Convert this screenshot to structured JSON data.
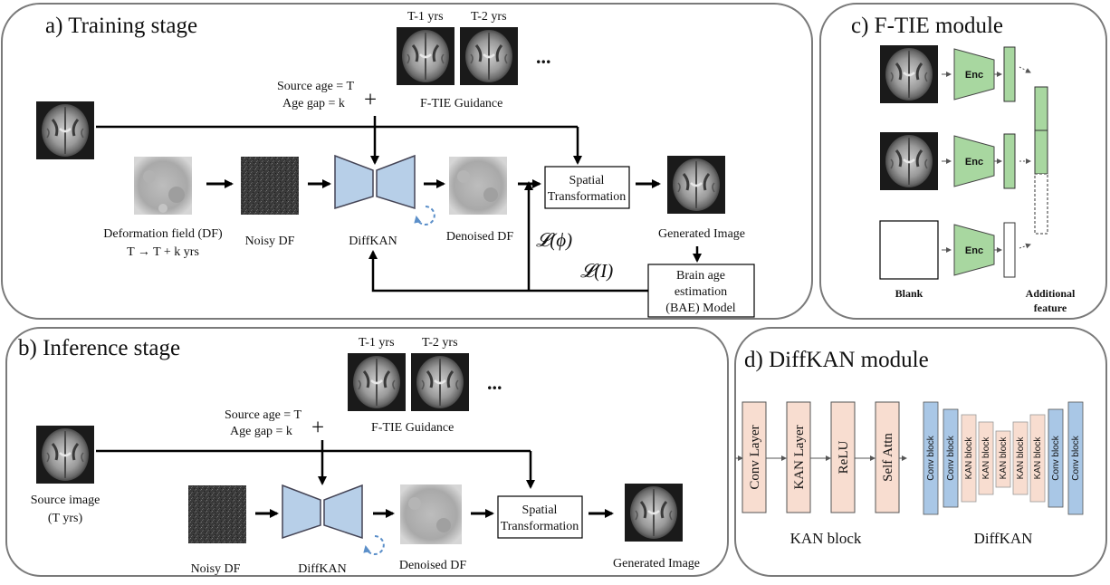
{
  "panels": {
    "training_title": "a) Training stage",
    "inference_title": "b) Inference stage",
    "ftie_title": "c) F-TIE module",
    "diffkan_title": "d) DiffKAN module"
  },
  "training": {
    "guide1": "T-1 yrs",
    "guide2": "T-2 yrs",
    "ellipsis": "...",
    "guidance": "F-TIE Guidance",
    "source_age": "Source age = T",
    "age_gap": "Age gap = k",
    "plus": "+",
    "df_line1": "Deformation field (DF)",
    "df_line2": "T → T + k yrs",
    "noisy": "Noisy DF",
    "diffkan": "DiffKAN",
    "denoised": "Denoised DF",
    "spatial1": "Spatial",
    "spatial2": "Transformation",
    "generated": "Generated Image",
    "loss_phi": "𝓛(ϕ)",
    "loss_i": "𝓛(I)",
    "bae1": "Brain age",
    "bae2": "estimation",
    "bae3": "(BAE) Model"
  },
  "inference": {
    "guide1": "T-1 yrs",
    "guide2": "T-2 yrs",
    "ellipsis": "...",
    "guidance": "F-TIE Guidance",
    "source_age": "Source age = T",
    "age_gap": "Age gap = k",
    "plus": "+",
    "source1": "Source image",
    "source2": "(T yrs)",
    "noisy": "Noisy DF",
    "diffkan": "DiffKAN",
    "denoised": "Denoised DF",
    "spatial1": "Spatial",
    "spatial2": "Transformation",
    "generated": "Generated Image"
  },
  "ftie": {
    "enc": "Enc",
    "blank": "Blank",
    "additional1": "Additional",
    "additional2": "feature"
  },
  "diffkan_module": {
    "layers": [
      "Conv Layer",
      "KAN Layer",
      "ReLU",
      "Self Attn"
    ],
    "kan_block_label": "KAN block",
    "net_label": "DiffKAN",
    "conv_block": "Conv block",
    "kan_block": "KAN block"
  },
  "colors": {
    "panel_border": "#7a7a7a",
    "unet_blue": "#b7cfe8",
    "enc_green": "#a8d7a0",
    "kan_peach": "#f8ddd0",
    "conv_blue": "#a9c7e6",
    "dashed_cycle": "#5b8fc9"
  }
}
